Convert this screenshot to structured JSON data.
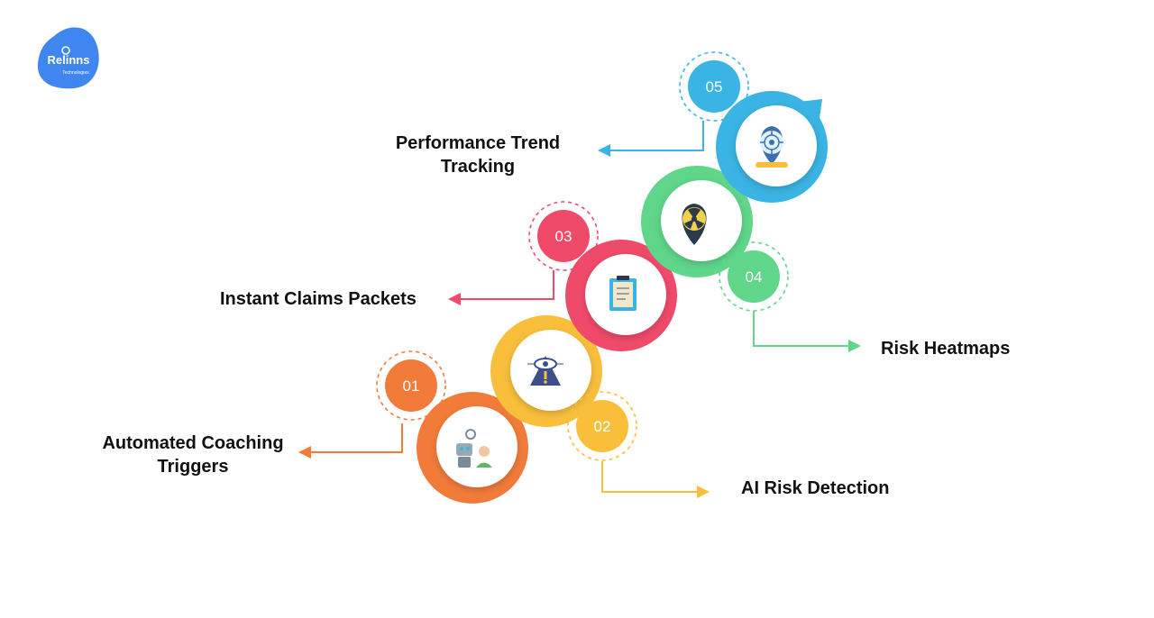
{
  "logo": {
    "brand": "Relinns",
    "tagline": "Technologies",
    "color": "#3f86f0"
  },
  "steps": [
    {
      "number": "01",
      "label_line1": "Automated Coaching",
      "label_line2": "Triggers",
      "color": "#f27b3a",
      "icon": "robot-and-person-icon"
    },
    {
      "number": "02",
      "label_line1": "AI Risk Detection",
      "label_line2": "",
      "color": "#f9bf3b",
      "icon": "eye-warning-triangle-icon"
    },
    {
      "number": "03",
      "label_line1": "Instant Claims Packets",
      "label_line2": "",
      "color": "#f04a6b",
      "icon": "document-folder-icon"
    },
    {
      "number": "04",
      "label_line1": "Risk Heatmaps",
      "label_line2": "",
      "color": "#5fd68a",
      "icon": "radiation-map-pin-icon"
    },
    {
      "number": "05",
      "label_line1": "Performance Trend",
      "label_line2": "Tracking",
      "color": "#3ab4e4",
      "icon": "target-map-pin-icon"
    }
  ]
}
